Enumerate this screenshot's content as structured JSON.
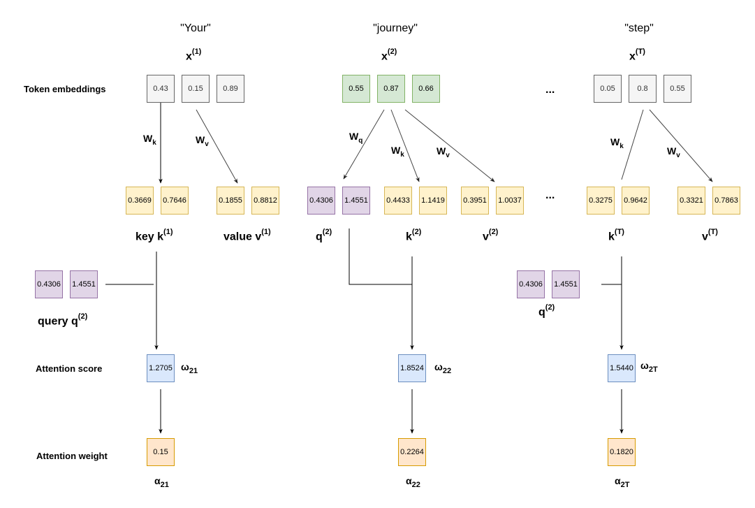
{
  "row_labels": {
    "token_embeddings": "Token embeddings",
    "attention_score": "Attention score",
    "attention_weight": "Attention weight"
  },
  "ellipsis": "...",
  "columns": [
    {
      "word": "\"Your\"",
      "x_symbol": "x",
      "x_index": "(1)",
      "embedding": [
        "0.43",
        "0.15",
        "0.89"
      ],
      "embedding_color": "gray",
      "weights": {
        "k": {
          "base": "W",
          "sub": "k"
        },
        "v": {
          "base": "W",
          "sub": "v"
        }
      },
      "key": {
        "label": "key k",
        "sup": "(1)",
        "values": [
          "0.3669",
          "0.7646"
        ]
      },
      "value": {
        "label": "value v",
        "sup": "(1)",
        "values": [
          "0.1855",
          "0.8812"
        ]
      },
      "query": {
        "label": "query q",
        "sup": "(2)",
        "values": [
          "0.4306",
          "1.4551"
        ]
      },
      "score": {
        "value": "1.2705",
        "symbol": "ω",
        "sub": "21"
      },
      "weight": {
        "value": "0.15",
        "symbol": "α",
        "sub": "21"
      }
    },
    {
      "word": "\"journey\"",
      "x_symbol": "x",
      "x_index": "(2)",
      "embedding": [
        "0.55",
        "0.87",
        "0.66"
      ],
      "embedding_color": "green",
      "weights": {
        "q": {
          "base": "W",
          "sub": "q"
        },
        "k": {
          "base": "W",
          "sub": "k"
        },
        "v": {
          "base": "W",
          "sub": "v"
        }
      },
      "query": {
        "label": "q",
        "sup": "(2)",
        "values": [
          "0.4306",
          "1.4551"
        ]
      },
      "key": {
        "label": "k",
        "sup": "(2)",
        "values": [
          "0.4433",
          "1.1419"
        ]
      },
      "value": {
        "label": "v",
        "sup": "(2)",
        "values": [
          "0.3951",
          "1.0037"
        ]
      },
      "score": {
        "value": "1.8524",
        "symbol": "ω",
        "sub": "22"
      },
      "weight": {
        "value": "0.2264",
        "symbol": "α",
        "sub": "22"
      }
    },
    {
      "word": "\"step\"",
      "x_symbol": "x",
      "x_index": "(T)",
      "embedding": [
        "0.05",
        "0.8",
        "0.55"
      ],
      "embedding_color": "gray",
      "weights": {
        "k": {
          "base": "W",
          "sub": "k"
        },
        "v": {
          "base": "W",
          "sub": "v"
        }
      },
      "key": {
        "label": "k",
        "sup": "(T)",
        "values": [
          "0.3275",
          "0.9642"
        ]
      },
      "value": {
        "label": "v",
        "sup": "(T)",
        "values": [
          "0.3321",
          "0.7863"
        ]
      },
      "query": {
        "label": "q",
        "sup": "(2)",
        "values": [
          "0.4306",
          "1.4551"
        ]
      },
      "score": {
        "value": "1.5440",
        "symbol": "ω",
        "sub": "2T"
      },
      "weight": {
        "value": "0.1820",
        "symbol": "α",
        "sub": "2T"
      }
    }
  ],
  "colors": {
    "gray_fill": "#f5f5f5",
    "gray_stroke": "#666666",
    "green_fill": "#d5e8d4",
    "green_stroke": "#82b366",
    "yellow_fill": "#fff2cc",
    "yellow_stroke": "#d6b656",
    "purple_fill": "#e1d5e7",
    "purple_stroke": "#9673a6",
    "blue_fill": "#dae8fc",
    "blue_stroke": "#6c8ebf",
    "orange_fill": "#ffe6cc",
    "orange_stroke": "#d79b00"
  }
}
